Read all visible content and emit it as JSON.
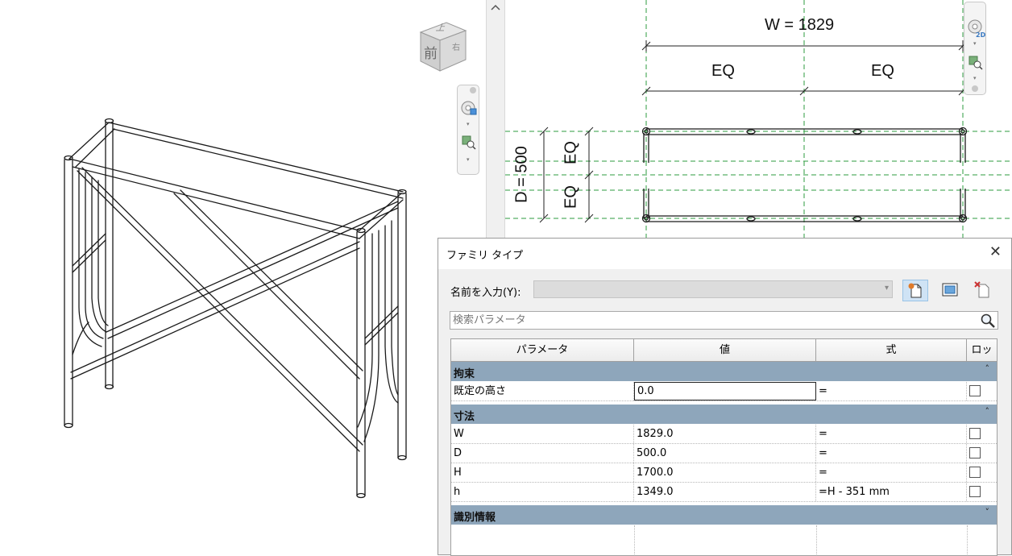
{
  "viewcube": {
    "face_front": "前",
    "face_top": "上",
    "face_right": "右"
  },
  "plan": {
    "dim_width": "W = 1829",
    "dim_eq_left": "EQ",
    "dim_eq_right": "EQ",
    "dim_depth": "D = 500",
    "dim_eq_top": "EQ",
    "dim_eq_bottom": "EQ",
    "nav_2d_label": "2D"
  },
  "dialog": {
    "title": "ファミリ タイプ",
    "close_glyph": "✕",
    "name_label": "名前を入力(Y):",
    "name_value": "",
    "search_placeholder": "検索パラメータ",
    "columns": [
      "パラメータ",
      "値",
      "式",
      "ロック"
    ],
    "groups": [
      {
        "label": "拘束",
        "collapse_glyph": "˄",
        "rows": [
          {
            "param": "既定の高さ",
            "value": "0.0",
            "formula": "=",
            "locked": false
          }
        ]
      },
      {
        "label": "寸法",
        "collapse_glyph": "˄",
        "rows": [
          {
            "param": "W",
            "value": "1829.0",
            "formula": "=",
            "locked": false
          },
          {
            "param": "D",
            "value": "500.0",
            "formula": "=",
            "locked": false
          },
          {
            "param": "H",
            "value": "1700.0",
            "formula": "=",
            "locked": false
          },
          {
            "param": "h",
            "value": "1349.0",
            "formula": "=H - 351 mm",
            "locked": false
          }
        ]
      },
      {
        "label": "識別情報",
        "collapse_glyph": "˅",
        "rows": []
      }
    ]
  },
  "colors": {
    "group_header": "#8ea6bb",
    "ref_plane": "#2e9b3f",
    "active_button": "#cfe3f5"
  },
  "icons": [
    "viewcube-icon",
    "steering-wheel-icon",
    "zoom-icon",
    "chevron-up-icon",
    "close-icon",
    "new-type-icon",
    "rename-type-icon",
    "delete-type-icon",
    "search-icon",
    "collapse-icon",
    "expand-icon"
  ]
}
